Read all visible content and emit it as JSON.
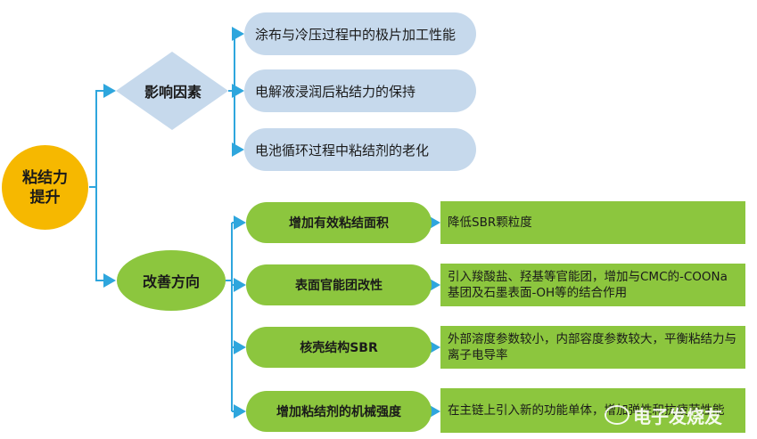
{
  "root": {
    "line1": "粘结力",
    "line2": "提升"
  },
  "influence": {
    "label": "影响因素",
    "items": [
      "涂布与冷压过程中的极片加工性能",
      "电解液浸润后粘结力的保持",
      "电池循环过程中粘结剂的老化"
    ]
  },
  "improve": {
    "label": "改善方向",
    "items": [
      {
        "title": "增加有效粘结面积",
        "desc": "降低SBR颗粒度"
      },
      {
        "title": "表面官能团改性",
        "desc": "引入羧酸盐、羟基等官能团，增加与CMC的-COONa基团及石墨表面-OH等的结合作用"
      },
      {
        "title": "核壳结构SBR",
        "desc": "外部溶度参数较小，内部容度参数较大，平衡粘结力与离子电导率"
      },
      {
        "title": "增加粘结剂的机械强度",
        "desc": "在主链上引入新的功能单体，增加弹性和抗疲劳性能"
      }
    ]
  },
  "colors": {
    "connector": "#2ea6dd",
    "green": "#8cc63e",
    "blue_pill": "#c6d9ec",
    "root": "#f6b800",
    "diamond": "#c6d9ec"
  },
  "watermark": "电子发烧友"
}
